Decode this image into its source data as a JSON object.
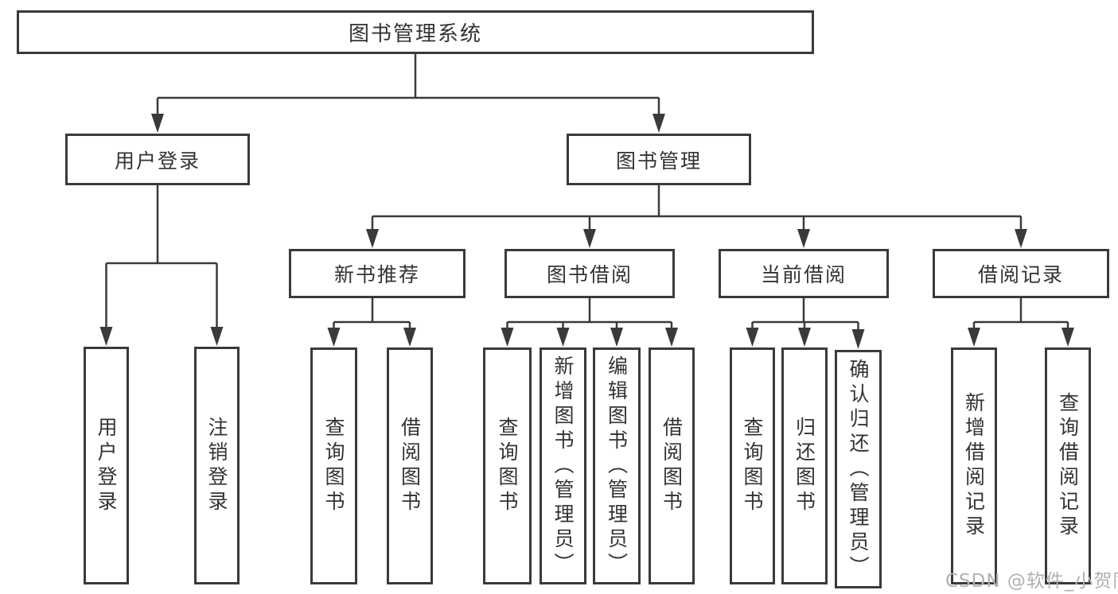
{
  "diagram": {
    "root": {
      "label": "图书管理系统"
    },
    "branches": [
      {
        "label": "用户登录",
        "children": [
          {
            "label": "用户登录"
          },
          {
            "label": "注销登录"
          }
        ]
      },
      {
        "label": "图书管理",
        "children": [
          {
            "label": "新书推荐",
            "children": [
              {
                "label": "查询图书"
              },
              {
                "label": "借阅图书"
              }
            ]
          },
          {
            "label": "图书借阅",
            "children": [
              {
                "label": "查询图书"
              },
              {
                "label": "新增图书（管理员）"
              },
              {
                "label": "编辑图书（管理员）"
              },
              {
                "label": "借阅图书"
              }
            ]
          },
          {
            "label": "当前借阅",
            "children": [
              {
                "label": "查询图书"
              },
              {
                "label": "归还图书"
              },
              {
                "label": "确认归还（管理员）"
              }
            ]
          },
          {
            "label": "借阅记录",
            "children": [
              {
                "label": "新增借阅记录"
              },
              {
                "label": "查询借阅记录"
              }
            ]
          }
        ]
      }
    ],
    "watermark": "CSDN @软件_小贺同学",
    "colors": {
      "border": "#3a3a3a",
      "line": "#3a3a3a",
      "text": "#333333",
      "watermark_text": "#b0b0b0",
      "background": "#ffffff"
    }
  }
}
